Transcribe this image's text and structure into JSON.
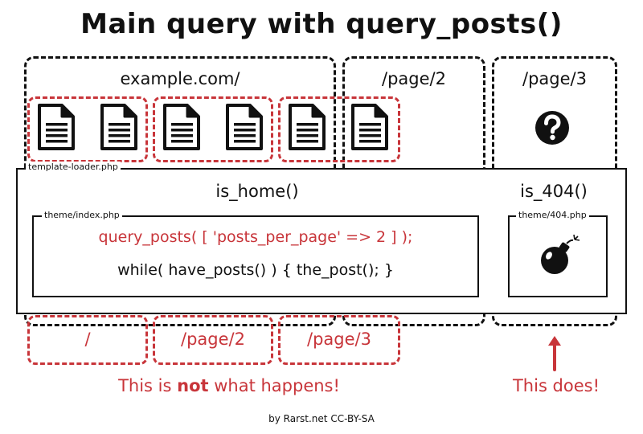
{
  "title": "Main query with query_posts()",
  "columns": {
    "home": "example.com/",
    "page2": "/page/2",
    "page3": "/page/3"
  },
  "loader": {
    "label": "template-loader.php",
    "is_home": "is_home()",
    "is_404": "is_404()"
  },
  "index_template": {
    "label": "theme/index.php",
    "query_line": "query_posts( [ 'posts_per_page' => 2 ] );",
    "loop_line": "while( have_posts() ) { the_post(); }"
  },
  "template_404": {
    "label": "theme/404.php"
  },
  "wrong_pages": [
    "/",
    "/page/2",
    "/page/3"
  ],
  "notes": {
    "not_prefix": "This is ",
    "not_bold": "not",
    "not_suffix": " what happens!",
    "does": "This does!"
  },
  "footer": "by Rarst.net CC-BY-SA",
  "icons": {
    "document": "document-icon",
    "question": "question-mark-icon",
    "bomb": "bomb-icon",
    "arrow": "arrow-up-icon"
  },
  "colors": {
    "accent": "#c8353a",
    "ink": "#111111"
  }
}
